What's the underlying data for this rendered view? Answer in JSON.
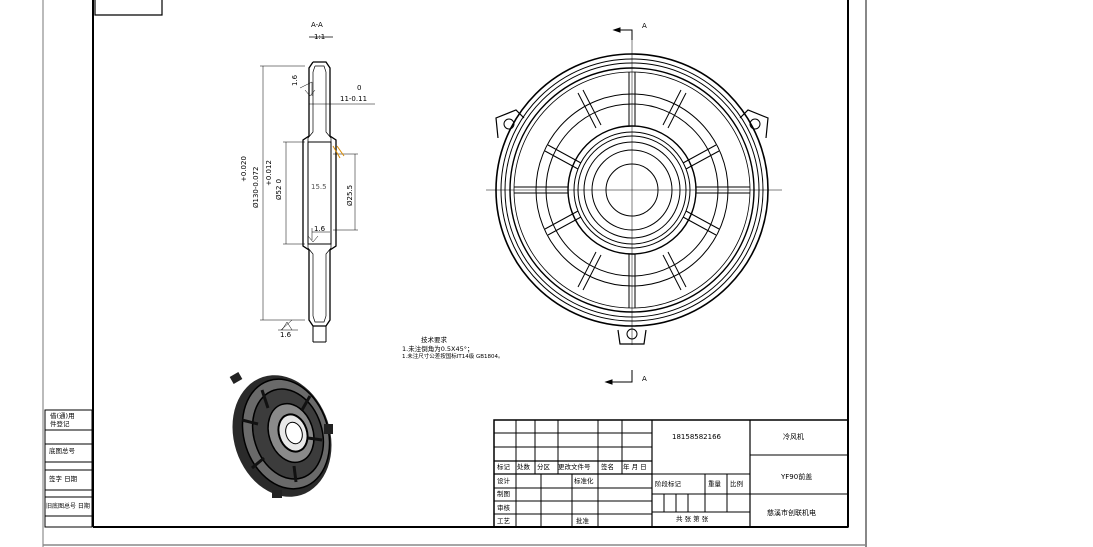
{
  "section_view": {
    "label": "A-A",
    "scale": "1:1",
    "roughness_top": "1.6",
    "roughness_mid": "1.6",
    "roughness_bottom": "1.6",
    "dim_thickness_tol": "0",
    "dim_thickness": "11-0.11",
    "dim_outer_tol_upper": "+0.020",
    "dim_outer": "Ø130-0.072",
    "dim_bore_tol": "+0.012",
    "dim_bore": "Ø52 0",
    "dim_inner": "15.5",
    "dim_hole": "Ø25.5"
  },
  "front_view": {
    "cut_label_top": "A",
    "cut_label_bottom": "A"
  },
  "tech_requirements": {
    "title": "技术要求",
    "line1": "1.未注倒角为0.5X45°；",
    "line2": "1.未注尺寸公差按国标IT14级 GB1804。"
  },
  "left_strip": {
    "row1a": "借(通)用",
    "row1b": "件登记",
    "row2": "底图总号",
    "row3": "签字 日期",
    "row4": "旧底图总号 日期"
  },
  "title_block": {
    "part_code": "18158582166",
    "product_name": "冷风机",
    "part_name": "YF90前盖",
    "company": "慈溪市创联机电",
    "hdr_mark": "标记",
    "hdr_count": "处数",
    "hdr_zone": "分区",
    "hdr_docno": "更改文件号",
    "hdr_sign": "签名",
    "hdr_date": "年 月 日",
    "lbl_design": "设计",
    "lbl_std": "标准化",
    "lbl_draw": "制图",
    "lbl_check": "审核",
    "lbl_process": "工艺",
    "lbl_approve": "批准",
    "stage_mark": "阶段标记",
    "weight": "重量",
    "ratio": "比例",
    "sheets": "共 张 第 张"
  }
}
